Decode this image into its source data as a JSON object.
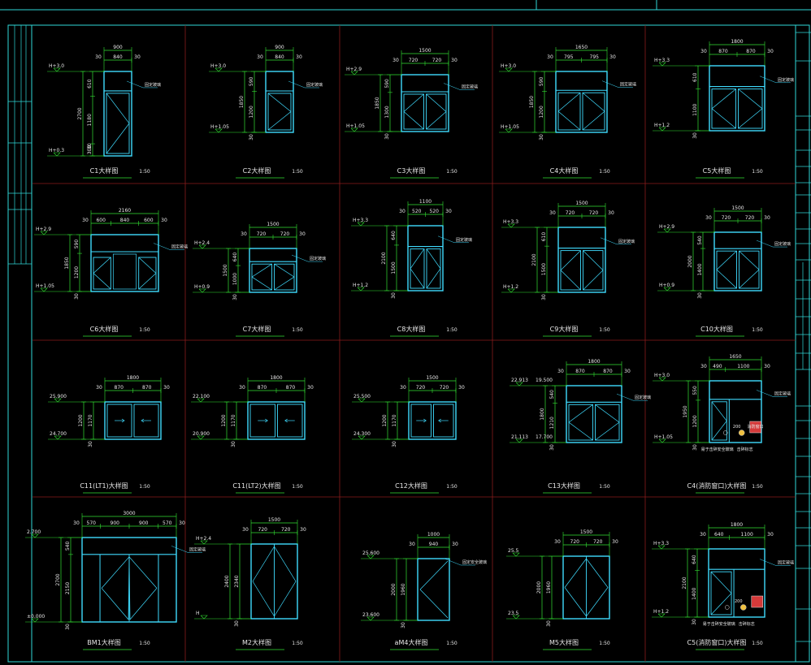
{
  "colors": {
    "background": "#000000",
    "frame": "#2fd7d7",
    "dimension": "#33e133",
    "window": "#3fdcff",
    "grid": "#8a1c1c",
    "text": "#e8e8e8",
    "marker_fill": "#d43a3a",
    "marker_dot": "#f0c040"
  },
  "details": [
    {
      "title": "C1大样图",
      "scale": "1:50",
      "top_dim": "900",
      "sub_dims": [
        "30",
        "840",
        "30"
      ],
      "side_dims": [
        "610",
        "1180",
        "30",
        "300"
      ],
      "total_height": "2700",
      "levels": [
        "H+3.0",
        "H+0.3"
      ],
      "note": "固定玻璃",
      "panes": 1
    },
    {
      "title": "C2大样图",
      "scale": "1:50",
      "top_dim": "900",
      "sub_dims": [
        "30",
        "840",
        "30"
      ],
      "side_dims": [
        "590",
        "1200",
        "30"
      ],
      "total_height": "1850",
      "levels": [
        "H+3.0",
        "H+1.05"
      ],
      "note": "固定玻璃",
      "panes": 1
    },
    {
      "title": "C3大样图",
      "scale": "1:50",
      "top_dim": "1500",
      "sub_dims": [
        "30",
        "720",
        "720",
        "30"
      ],
      "side_dims": [
        "590",
        "1300",
        "30"
      ],
      "total_height": "1850",
      "levels": [
        "H+2.9",
        "H+1.05"
      ],
      "note": "固定玻璃",
      "panes": 2
    },
    {
      "title": "C4大样图",
      "scale": "1:50",
      "top_dim": "1650",
      "sub_dims": [
        "30",
        "795",
        "795",
        "30"
      ],
      "side_dims": [
        "590",
        "1200",
        "30"
      ],
      "total_height": "1850",
      "levels": [
        "H+3.0",
        "H+1.05"
      ],
      "note": "固定玻璃",
      "panes": 2
    },
    {
      "title": "C5大样图",
      "scale": "1:50",
      "top_dim": "1800",
      "sub_dims": [
        "30",
        "870",
        "870",
        "30"
      ],
      "side_dims": [
        "610",
        "1100",
        "30"
      ],
      "total_height": "",
      "levels": [
        "H+3.3",
        "H+1.2"
      ],
      "note": "固定玻璃",
      "panes": 2
    },
    {
      "title": "C6大样图",
      "scale": "1:50",
      "top_dim": "2160",
      "sub_dims": [
        "30",
        "600",
        "840",
        "600",
        "30"
      ],
      "side_dims": [
        "590",
        "1200",
        "30"
      ],
      "total_height": "1850",
      "levels": [
        "H+2.9",
        "H+1.05"
      ],
      "note": "固定玻璃",
      "panes": 3
    },
    {
      "title": "C7大样图",
      "scale": "1:50",
      "top_dim": "1500",
      "sub_dims": [
        "30",
        "720",
        "720",
        "30"
      ],
      "side_dims": [
        "640",
        "1000",
        "30"
      ],
      "total_height": "1500",
      "levels": [
        "H+2.4",
        "H+0.9"
      ],
      "note": "固定玻璃",
      "panes": 2
    },
    {
      "title": "C8大样图",
      "scale": "1:50",
      "top_dim": "1100",
      "sub_dims": [
        "30",
        "520",
        "520",
        "30"
      ],
      "side_dims": [
        "640",
        "1500",
        "30"
      ],
      "total_height": "2100",
      "levels": [
        "H+3.3",
        "H+1.2"
      ],
      "note": "固定玻璃",
      "panes": 2
    },
    {
      "title": "C9大样图",
      "scale": "1:50",
      "top_dim": "1500",
      "sub_dims": [
        "30",
        "720",
        "720",
        "30"
      ],
      "side_dims": [
        "610",
        "1500",
        "30"
      ],
      "total_height": "2100",
      "levels": [
        "H+3.3",
        "H+1.2"
      ],
      "note": "固定玻璃",
      "panes": 2
    },
    {
      "title": "C10大样图",
      "scale": "1:50",
      "top_dim": "1500",
      "sub_dims": [
        "30",
        "720",
        "720",
        "30"
      ],
      "side_dims": [
        "540",
        "1400",
        "30"
      ],
      "total_height": "2000",
      "levels": [
        "H+2.9",
        "H+0.9"
      ],
      "note": "固定玻璃",
      "panes": 2
    },
    {
      "title": "C11(LT1)大样图",
      "scale": "1:50",
      "top_dim": "1800",
      "sub_dims": [
        "30",
        "870",
        "870",
        "30"
      ],
      "side_dims": [
        "1170",
        "30"
      ],
      "total_height": "1200",
      "levels": [
        "25.900",
        "24.700"
      ],
      "note": "",
      "panes": 2
    },
    {
      "title": "C11(LT2)大样图",
      "scale": "1:50",
      "top_dim": "1800",
      "sub_dims": [
        "30",
        "870",
        "870",
        "30"
      ],
      "side_dims": [
        "1170",
        "30"
      ],
      "total_height": "1200",
      "levels": [
        "22.100",
        "20.900"
      ],
      "note": "",
      "panes": 2
    },
    {
      "title": "C12大样图",
      "scale": "1:50",
      "top_dim": "1500",
      "sub_dims": [
        "30",
        "720",
        "720",
        "30"
      ],
      "side_dims": [
        "1170",
        "30"
      ],
      "total_height": "1200",
      "levels": [
        "25.500",
        "24.300"
      ],
      "note": "",
      "panes": 2
    },
    {
      "title": "C13大样图",
      "scale": "1:50",
      "top_dim": "1800",
      "sub_dims": [
        "30",
        "870",
        "870",
        "30"
      ],
      "side_dims": [
        "540",
        "1210",
        "30"
      ],
      "total_height": "1800",
      "levels": [
        "22.913",
        "19.500",
        "21.113",
        "17.700"
      ],
      "note": "固定玻璃",
      "panes": 2
    },
    {
      "title": "C4(消防窗口)大样图",
      "scale": "1:50",
      "top_dim": "1650",
      "sub_dims": [
        "30",
        "490",
        "1100",
        "30"
      ],
      "side_dims": [
        "550",
        "1200",
        "30"
      ],
      "total_height": "1950",
      "levels": [
        "H+3.0",
        "H+1.05"
      ],
      "note": "固定玻璃",
      "panes": 1,
      "marker_dim": "200",
      "marker_labels": [
        "消防窗口",
        "易于击碎安全玻璃",
        "击碎标志"
      ]
    },
    {
      "title": "BM1大样图",
      "scale": "1:50",
      "top_dim": "3000",
      "sub_dims": [
        "30",
        "570",
        "900",
        "900",
        "570",
        "30"
      ],
      "side_dims": [
        "540",
        "2150",
        "30"
      ],
      "total_height": "2700",
      "levels": [
        "2.700",
        "±0.000"
      ],
      "note": "固定玻璃",
      "panes": 2
    },
    {
      "title": "M2大样图",
      "scale": "1:50",
      "top_dim": "1500",
      "sub_dims": [
        "30",
        "720",
        "720",
        "30"
      ],
      "side_dims": [
        "2340",
        "30"
      ],
      "total_height": "2400",
      "levels": [
        "H+2.4",
        "H"
      ],
      "note": "",
      "panes": 2
    },
    {
      "title": "aM4大样图",
      "scale": "1:50",
      "top_dim": "1000",
      "sub_dims": [
        "30",
        "940",
        "30"
      ],
      "side_dims": [
        "1960",
        "30"
      ],
      "total_height": "2000",
      "levels": [
        "25.600",
        "23.600"
      ],
      "note": "固定安全玻璃",
      "panes": 1
    },
    {
      "title": "M5大样图",
      "scale": "1:50",
      "top_dim": "1500",
      "sub_dims": [
        "30",
        "720",
        "720",
        "30"
      ],
      "side_dims": [
        "1960",
        "30"
      ],
      "total_height": "2000",
      "levels": [
        "25.5",
        "23.5"
      ],
      "note": "",
      "panes": 2
    },
    {
      "title": "C5(消防窗口)大样图",
      "scale": "1:50",
      "top_dim": "1800",
      "sub_dims": [
        "30",
        "640",
        "1100",
        "30"
      ],
      "side_dims": [
        "640",
        "1400",
        "30"
      ],
      "total_height": "2100",
      "levels": [
        "H+3.3",
        "H+1.2"
      ],
      "note": "固定玻璃",
      "panes": 1,
      "marker_dim": "200",
      "marker_labels": [
        "易于击碎安全玻璃",
        "击碎标志"
      ]
    }
  ]
}
